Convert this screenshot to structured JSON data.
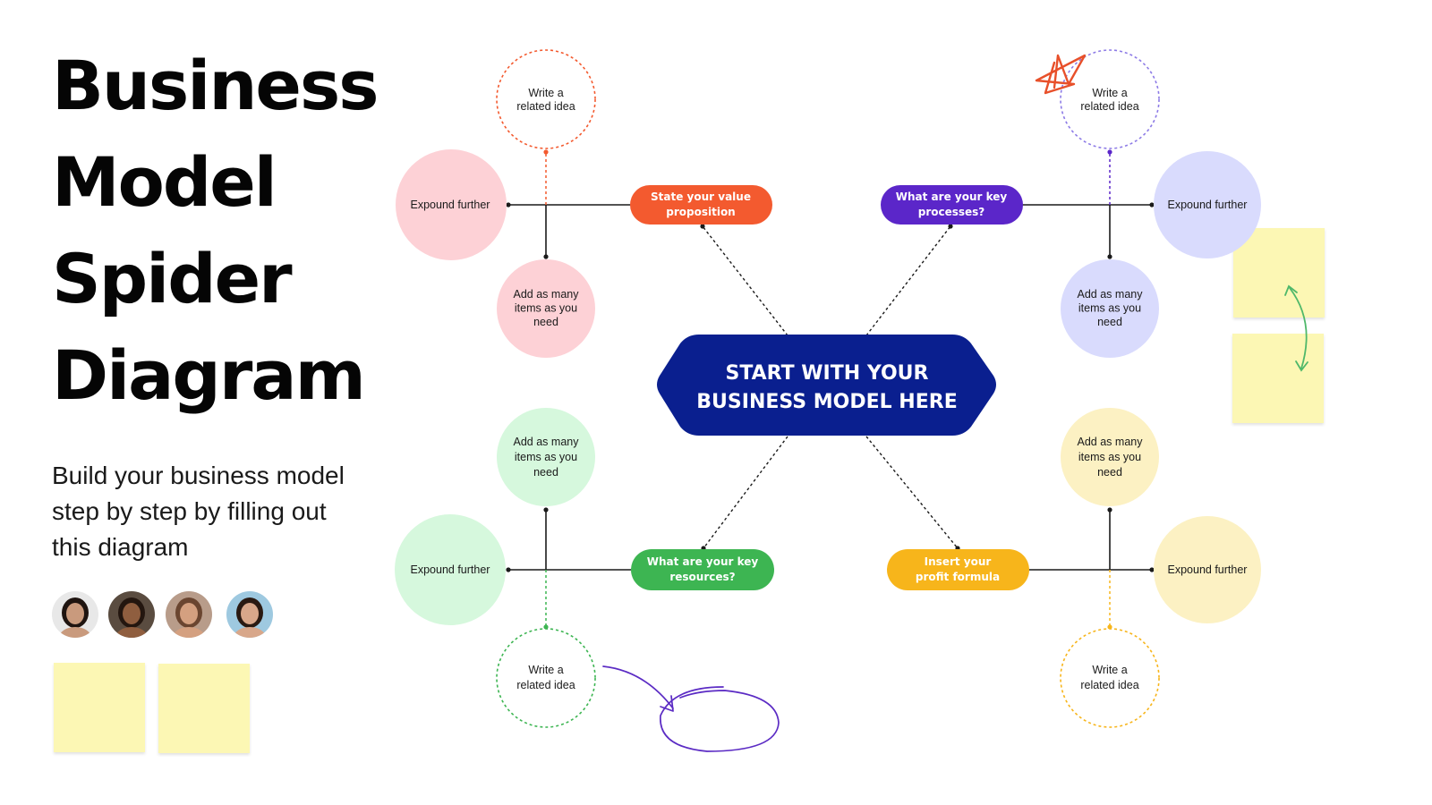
{
  "title_lines": [
    "Business",
    "Model",
    "Spider",
    "Diagram"
  ],
  "subtitle": "Build your business model step by step by filling out this diagram",
  "center": {
    "lines": [
      "START WITH YOUR",
      "BUSINESS MODEL HERE"
    ],
    "color": "#0a1f8f"
  },
  "branches": [
    {
      "pill_lines": [
        "State your value",
        "proposition"
      ],
      "color": "#f35a2f",
      "light": "#fdd1d6",
      "idea_lines": [
        "Write a",
        "related idea"
      ],
      "expound": "Expound further",
      "add_lines": [
        "Add as many",
        "items as you",
        "need"
      ]
    },
    {
      "pill_lines": [
        "What are your key",
        "processes?"
      ],
      "color": "#5b26c9",
      "light": "#d9dbfd",
      "idea_lines": [
        "Write a",
        "related idea"
      ],
      "expound": "Expound further",
      "add_lines": [
        "Add as many",
        "items as you",
        "need"
      ]
    },
    {
      "pill_lines": [
        "What are your key",
        "resources?"
      ],
      "color": "#3db552",
      "light": "#d6f8dd",
      "idea_lines": [
        "Write a",
        "related idea"
      ],
      "expound": "Expound further",
      "add_lines": [
        "Add as many",
        "items as you",
        "need"
      ]
    },
    {
      "pill_lines": [
        "Insert your",
        "profit formula"
      ],
      "color": "#f7b51b",
      "light": "#fcf1c3",
      "idea_lines": [
        "Write a",
        "related idea"
      ],
      "expound": "Expound further",
      "add_lines": [
        "Add as many",
        "items as you",
        "need"
      ]
    }
  ],
  "avatars": [
    {
      "name": "avatar-1",
      "skin": "#c99a7d",
      "hair": "#1f1410",
      "bg": "#e8e8e8"
    },
    {
      "name": "avatar-2",
      "skin": "#8f5e3f",
      "hair": "#23160f",
      "bg": "#5a4c40"
    },
    {
      "name": "avatar-3",
      "skin": "#d4a080",
      "hair": "#6a4530",
      "bg": "#b89c8a"
    },
    {
      "name": "avatar-4",
      "skin": "#d8a78a",
      "hair": "#2a1a12",
      "bg": "#9ec9e0"
    }
  ],
  "colors": {
    "sticky": "#fcf7b4",
    "line": "#1a1a1a",
    "star": "#e8502a",
    "arrow_green": "#4fb86a",
    "scribble": "#5b2bc4"
  }
}
